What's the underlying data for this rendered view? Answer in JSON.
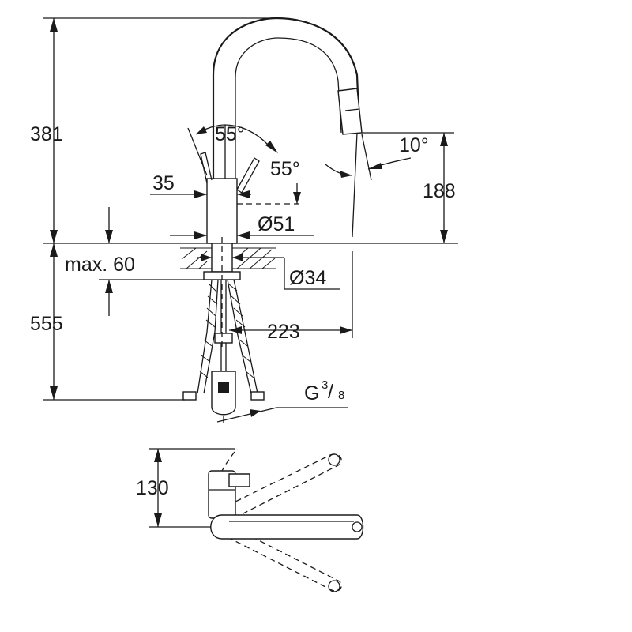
{
  "dimensions": {
    "spout_height": "381",
    "swivel_angle_left": "55°",
    "swivel_angle_right": "55°",
    "lever_offset": "35",
    "spray_angle": "10°",
    "outlet_height": "188",
    "body_diameter": "Ø51",
    "max_deck_thickness": "max. 60",
    "hole_diameter": "Ø34",
    "projection": "223",
    "below_deck_length": "555",
    "thread_size": "G",
    "thread_numerator": "3",
    "thread_denominator": "8",
    "top_view_depth": "130"
  }
}
